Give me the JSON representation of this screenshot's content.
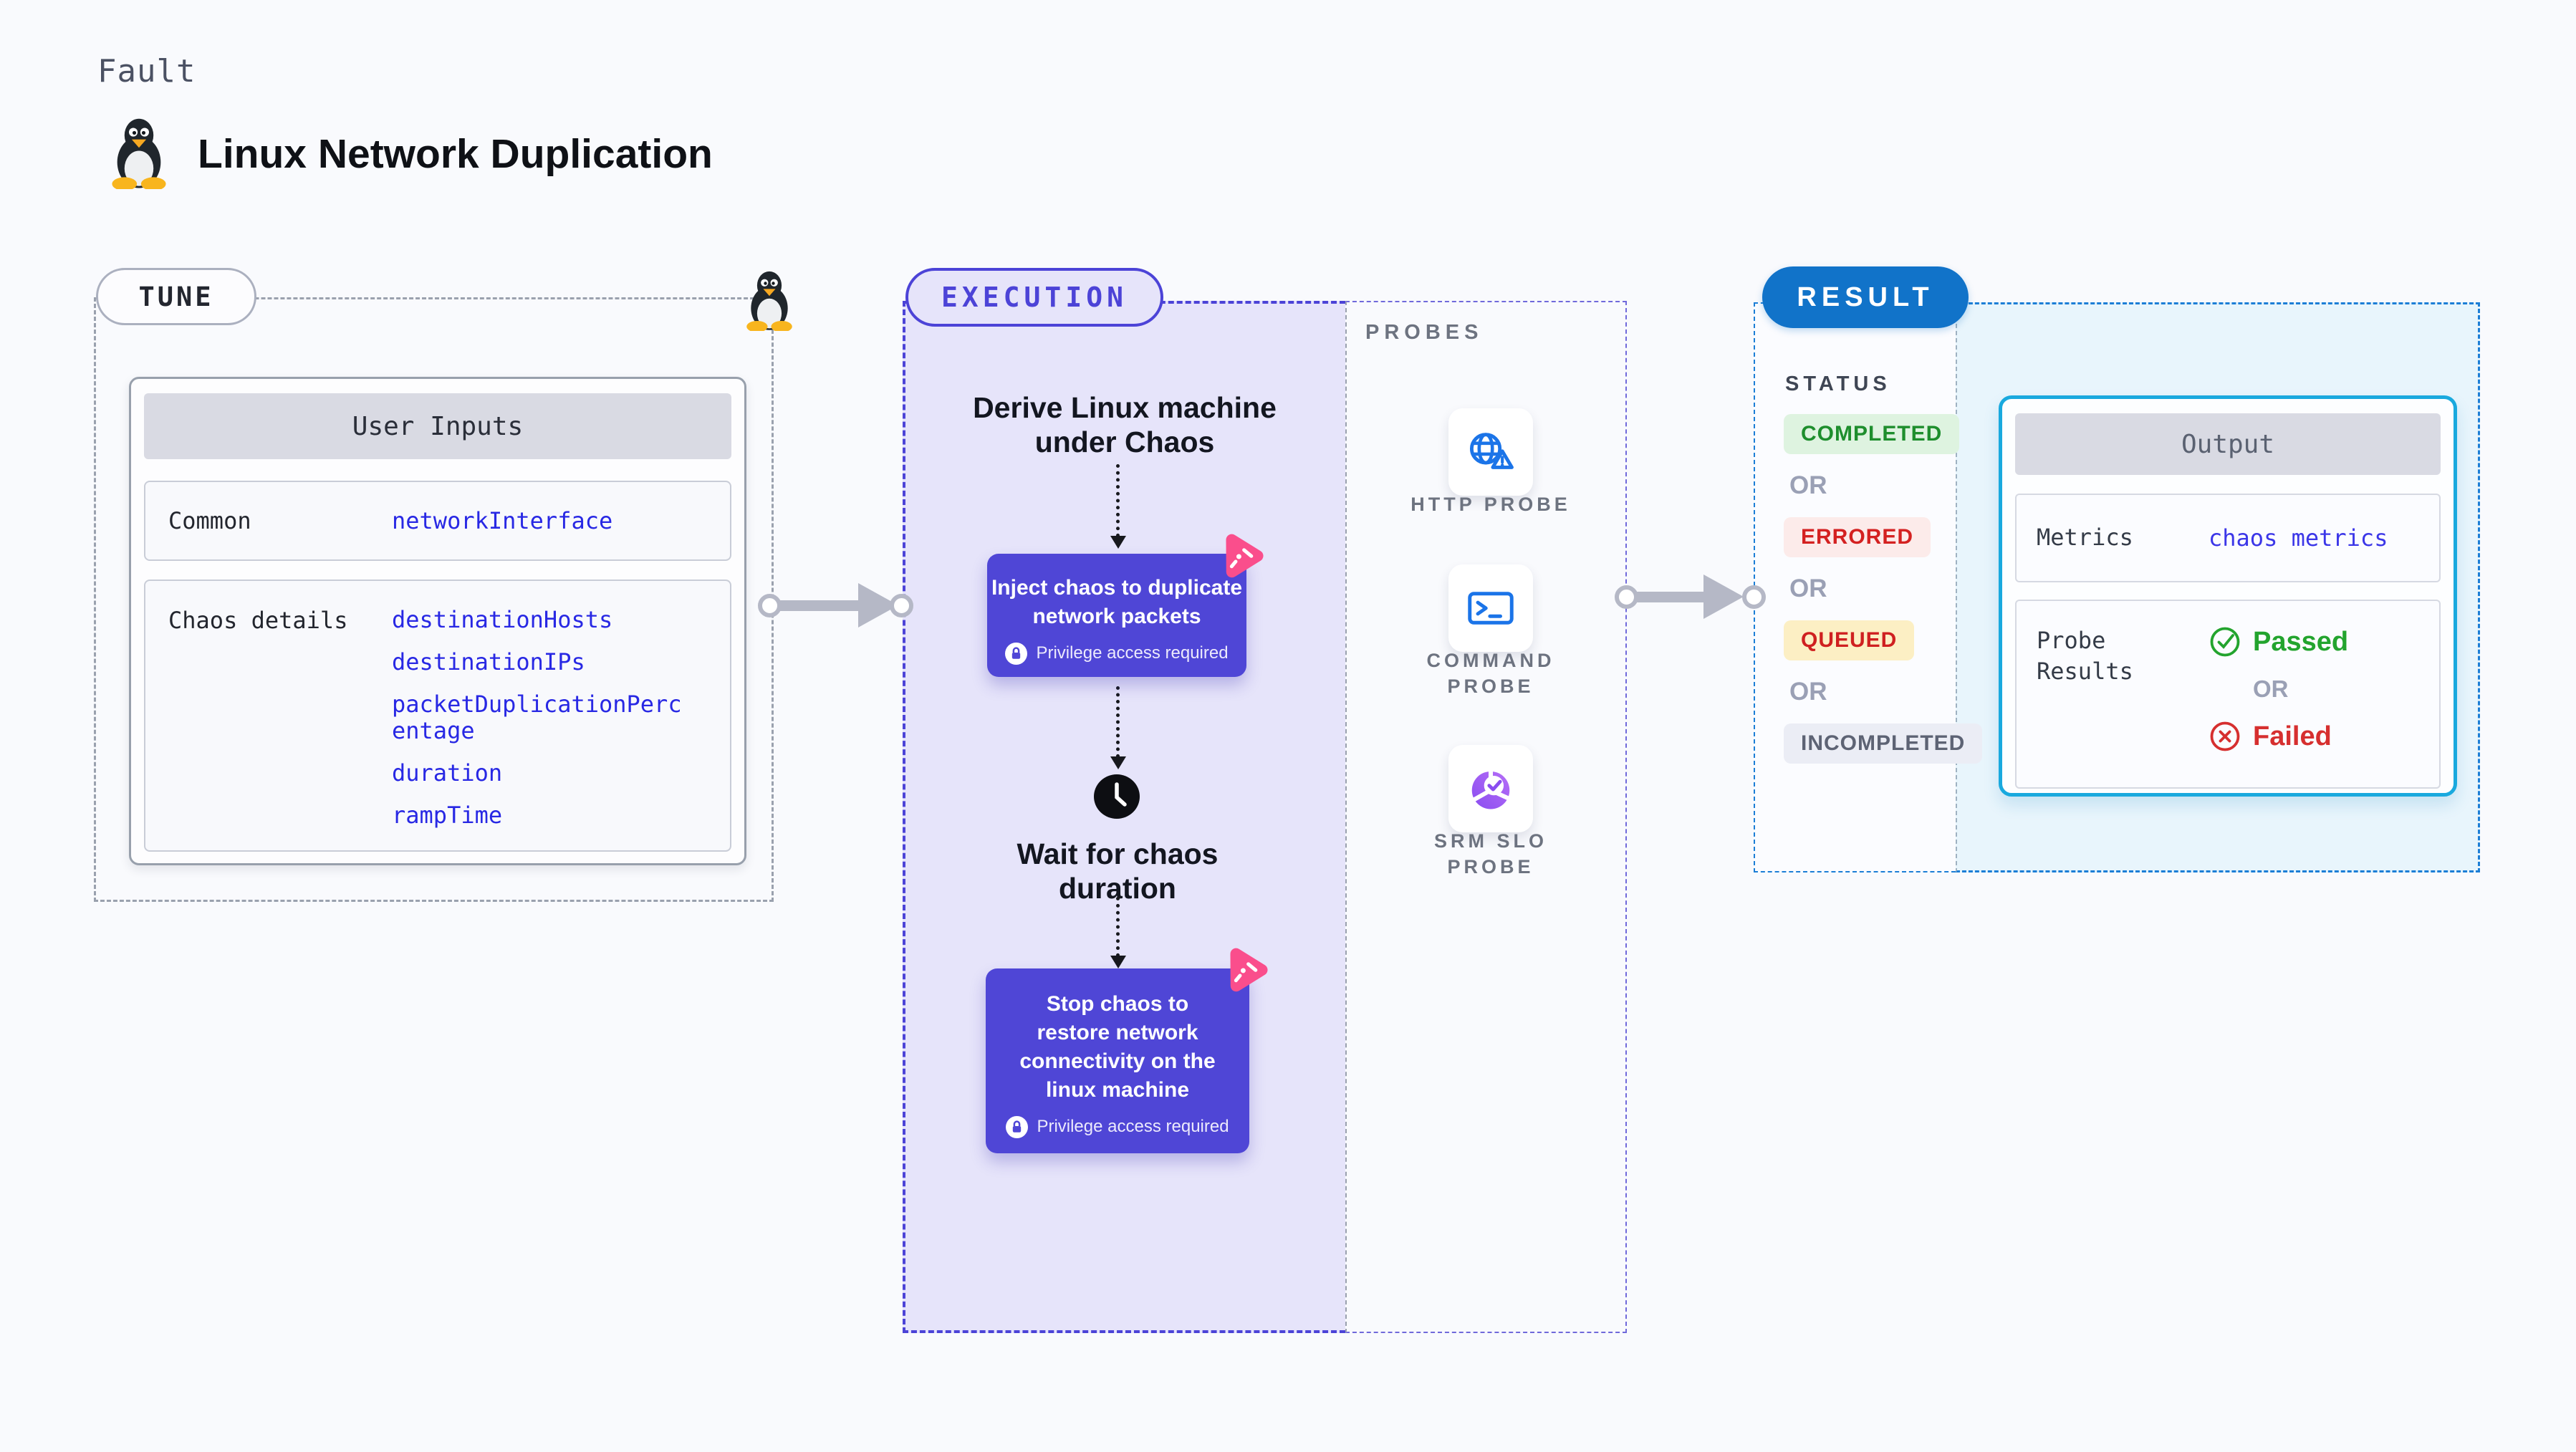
{
  "header": {
    "eyebrow": "Fault",
    "title": "Linux Network Duplication",
    "icon": "linux-tux-icon"
  },
  "tune": {
    "pill": "TUNE",
    "card_title": "User Inputs",
    "common_label": "Common",
    "common_value": "networkInterface",
    "chaos_label": "Chaos details",
    "chaos_values": [
      "destinationHosts",
      "destinationIPs",
      "packetDuplicationPercentage",
      "duration",
      "rampTime"
    ]
  },
  "execution": {
    "pill": "EXECUTION",
    "derive_lines": [
      "Derive Linux machine",
      "under Chaos"
    ],
    "inject_lines": [
      "Inject chaos to duplicate",
      "network packets"
    ],
    "privilege_note": "Privilege access required",
    "wait_lines": [
      "Wait for chaos",
      "duration"
    ],
    "stop_lines": [
      "Stop chaos to",
      "restore network",
      "connectivity on the",
      "linux machine"
    ]
  },
  "probes": {
    "label": "PROBES",
    "items": [
      {
        "name": "HTTP PROBE",
        "icon": "globe-alert-icon"
      },
      {
        "name": "COMMAND PROBE",
        "icon": "terminal-icon"
      },
      {
        "name": "SRM SLO PROBE",
        "icon": "slo-gauge-icon"
      }
    ]
  },
  "result": {
    "pill": "RESULT",
    "status_label": "STATUS",
    "or_label": "OR",
    "statuses": [
      {
        "text": "COMPLETED",
        "fg": "#1e8e2d",
        "bg": "#def3e0"
      },
      {
        "text": "ERRORED",
        "fg": "#d42121",
        "bg": "#fcebea"
      },
      {
        "text": "QUEUED",
        "fg": "#cf2020",
        "bg": "#fcefc4"
      },
      {
        "text": "INCOMPLETED",
        "fg": "#5d6374",
        "bg": "#ebedf5"
      }
    ],
    "output": {
      "title": "Output",
      "metrics_label": "Metrics",
      "metrics_value": "chaos metrics",
      "probe_results_label": "Probe Results",
      "passed": "Passed",
      "or_label": "OR",
      "failed": "Failed"
    }
  },
  "colors": {
    "page_bg": "#f9fafd",
    "code_blue": "#2828e4",
    "exec_indigo": "#4c43d7",
    "exec_bg": "#e6e4fa",
    "chaos_box": "#4f46d6",
    "chaos_pink": "#fa4e8c",
    "probe_icon_blue": "#1b74e8",
    "slo_purple": "#8a4df0",
    "result_blue": "#1173c9",
    "result_dash": "#1c7ed6",
    "output_border": "#19a9de",
    "output_bg": "#e8f5fc",
    "passed_green": "#23a42e",
    "failed_red": "#d62f2f",
    "arrow_grey": "#b5b8c6"
  }
}
